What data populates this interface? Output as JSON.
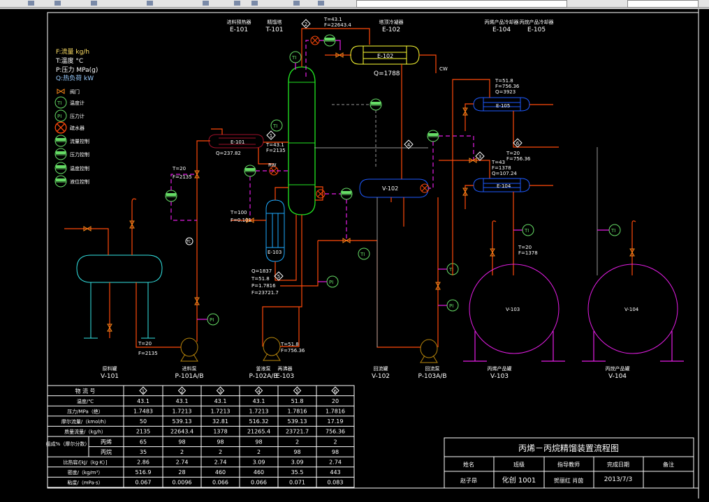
{
  "legend": {
    "units": [
      "F:流量 kg/h",
      "T:温度 °C",
      "P:压力 MPa(g)",
      "Q:热负荷 kW"
    ],
    "items": [
      {
        "icon": "valve",
        "label": "阀门"
      },
      {
        "icon": "TI",
        "label": "温度计"
      },
      {
        "icon": "PI",
        "label": "压力计"
      },
      {
        "icon": "trap",
        "label": "疏水器"
      },
      {
        "icon": "controller",
        "label": "流量控制"
      },
      {
        "icon": "controller",
        "label": "压力控制"
      },
      {
        "icon": "controller",
        "label": "温度控制"
      },
      {
        "icon": "controller",
        "label": "液位控制"
      }
    ]
  },
  "equipment_top": [
    {
      "name": "进料预热器",
      "tag": "E-101"
    },
    {
      "name": "精馏塔",
      "tag": "T-101"
    },
    {
      "name": "塔顶冷凝器",
      "tag": "E-102"
    },
    {
      "name": "丙烯产品冷却器",
      "tag": "E-104"
    },
    {
      "name": "丙烷产品冷却器",
      "tag": "E-105"
    }
  ],
  "equipment_bottom": [
    {
      "name": "原料罐",
      "tag": "V-101"
    },
    {
      "name": "进料泵",
      "tag": "P-101A/B"
    },
    {
      "name": "釜液泵",
      "tag": "P-102A/B"
    },
    {
      "name": "再沸器",
      "tag": "E-103"
    },
    {
      "name": "回流罐",
      "tag": "V-102"
    },
    {
      "name": "回流泵",
      "tag": "P-103A/B"
    },
    {
      "name": "丙烯产品罐",
      "tag": "V-103"
    },
    {
      "name": "丙烷产品罐",
      "tag": "V-104"
    }
  ],
  "vessel_labels": {
    "e102": "E-102",
    "e101": "E-101",
    "e103": "E-103",
    "v102": "V-102",
    "e105": "E-105",
    "e104": "E-104",
    "v103": "V-103",
    "v104": "V-104"
  },
  "instrument": {
    "ti": "TI",
    "pi": "PI",
    "tc": "TC",
    "rw": "RW",
    "cw": "CW"
  },
  "stream_nos": [
    "1",
    "2",
    "3",
    "4",
    "5",
    "6"
  ],
  "annotations": {
    "top_T": "T=43.1",
    "top_F": "F=22643.4",
    "q_e102": "Q=1788",
    "q_e101": "Q=237.82",
    "feed_T": "T=43.1",
    "feed_F": "F=2135",
    "pre_T": "T=20",
    "pre_F": "F=2135",
    "steam_T": "T=100",
    "steam_F": "F=0.101",
    "reb_Q": "Q=1837",
    "reb_T": "T=51.8",
    "reb_P": "P=1.7816",
    "reb_F": "F=23721.7",
    "e105_T": "T=51.8",
    "e105_F": "F=756.36",
    "e105_Q": "Q=3923",
    "s6_T": "T=20",
    "s6_F": "F=756.36",
    "e104_T": "T=43",
    "e104_F": "F=1378",
    "e104_Q": "Q=107.24",
    "v103_T": "T=20",
    "v103_F": "F=1378",
    "p101_T": "T=20",
    "p101_F": "F=2135",
    "p102_T": "T=51.8",
    "p102_F": "F=756.36"
  },
  "table": {
    "header": [
      "物 流 号",
      "1",
      "2",
      "3",
      "4",
      "5",
      "6"
    ],
    "rows": [
      {
        "label": "温度/℃",
        "values": [
          "43.1",
          "43.1",
          "43.1",
          "43.1",
          "51.8",
          "20"
        ]
      },
      {
        "label": "压力/MPa（绝）",
        "values": [
          "1.7483",
          "1.7213",
          "1.7213",
          "1.7213",
          "1.7816",
          "1.7816"
        ]
      },
      {
        "label": "摩尔流量/（kmol/h）",
        "values": [
          "50",
          "539.13",
          "32.81",
          "516.32",
          "539.13",
          "17.19"
        ]
      },
      {
        "label": "质量流量/（kg/h）",
        "values": [
          "2135",
          "22643.4",
          "1378",
          "21265.4",
          "23721.7",
          "756.36"
        ]
      },
      {
        "group": "组成%（摩尔分数）",
        "label": "丙烯",
        "values": [
          "65",
          "98",
          "98",
          "98",
          "2",
          "2"
        ]
      },
      {
        "label": "丙烷",
        "values": [
          "35",
          "2",
          "2",
          "2",
          "98",
          "98"
        ]
      },
      {
        "label": "比热容/[kJ/（kg·K）]",
        "values": [
          "2.86",
          "2.74",
          "2.74",
          "3.09",
          "3.09",
          "2.74"
        ]
      },
      {
        "label": "密度/（kg/m³）",
        "values": [
          "516.9",
          "28",
          "460",
          "460",
          "35.5",
          "443"
        ]
      },
      {
        "label": "粘度/（mPa·s）",
        "values": [
          "0.067",
          "0.0096",
          "0.066",
          "0.066",
          "0.071",
          "0.083"
        ]
      }
    ]
  },
  "title_block": {
    "title": "丙烯－丙烷精馏装置流程图",
    "headers": [
      "姓名",
      "班级",
      "指导教师",
      "完成日期",
      "备注"
    ],
    "values": [
      "赵子昂",
      "化创 1001",
      "贺丽红  肖茵",
      "2013/7/3",
      ""
    ]
  },
  "colors": {
    "background": "#000000",
    "process": "#ff4a0a",
    "signal": "#e61ee6",
    "column": "#22e622",
    "condenser": "#ffff33",
    "exchanger": "#1e5aff",
    "tank": "#33e6e6",
    "pump": "#b8860b",
    "instrument": "#66dd66"
  }
}
